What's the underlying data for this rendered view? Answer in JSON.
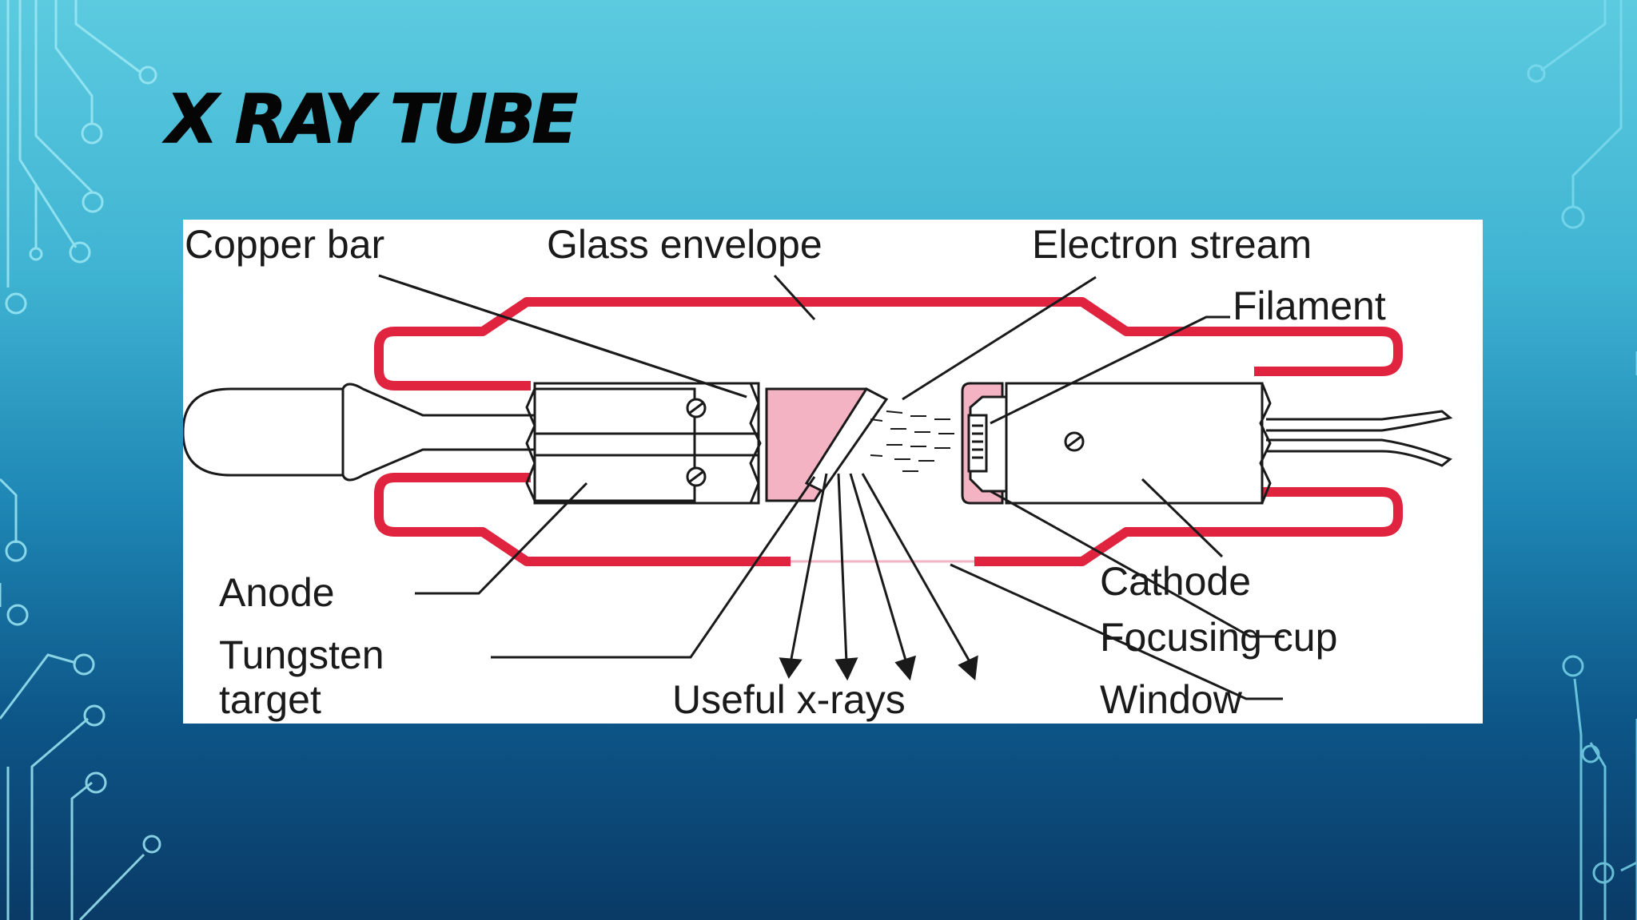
{
  "slide": {
    "title": "X RAY TUBE"
  },
  "diagram": {
    "labels": {
      "copper_bar": "Copper bar",
      "glass_envelope": "Glass envelope",
      "electron_stream": "Electron stream",
      "filament": "Filament",
      "anode": "Anode",
      "tungsten_line1": "Tungsten",
      "tungsten_line2": "target",
      "cathode": "Cathode",
      "focusing_cup": "Focusing cup",
      "useful_xrays": "Useful x-rays",
      "window": "Window"
    },
    "colors": {
      "envelope": "#e0243f",
      "target_fill": "#f4b3c2",
      "ink": "#1a1a1a"
    }
  },
  "theme": {
    "circuit_left": "#9de8f4",
    "circuit_right": "#7fdcef"
  }
}
